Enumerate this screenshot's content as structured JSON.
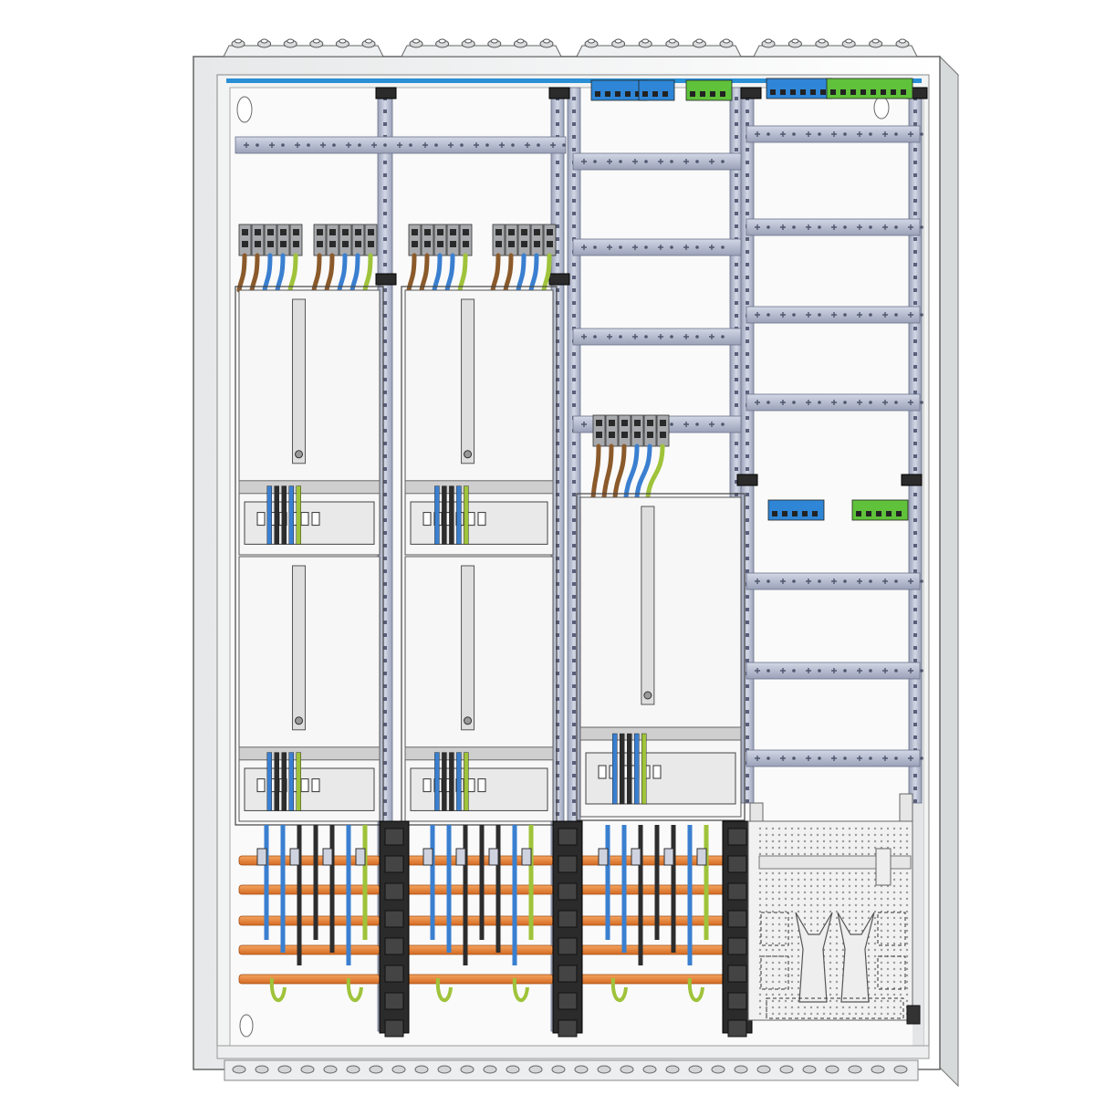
{
  "figure": {
    "subject": "meter-cabinet-3d-render",
    "view": "front-isometric",
    "text_labels": []
  },
  "colors": {
    "background": "#ffffff",
    "enclosure": "#f4f5f5",
    "enclosure_shade": "#dcdfe0",
    "interior": "#fafafa",
    "accent_strip": "#2a8fd4",
    "din_rail": "#b9bfd2",
    "din_rail_dark": "#8e95ab",
    "terminal_grey": "#8d8f92",
    "terminal_blue": "#2f86d6",
    "terminal_green": "#5fc23a",
    "busbar_copper": "#ec8a3c",
    "wire_brown": "#8b5a2b",
    "wire_blue": "#3a7fd0",
    "wire_black": "#2d2d2d",
    "wire_earth": "#9fc33a",
    "black_clamp": "#2b2b2b"
  },
  "structure": {
    "meter_fields": 3,
    "rail_fields": 2,
    "meter_panels_col1": 2,
    "meter_panels_col2": 2,
    "meter_panels_col3": 1,
    "top_cable_glands_groups": 4,
    "busbars_per_field": 5
  }
}
